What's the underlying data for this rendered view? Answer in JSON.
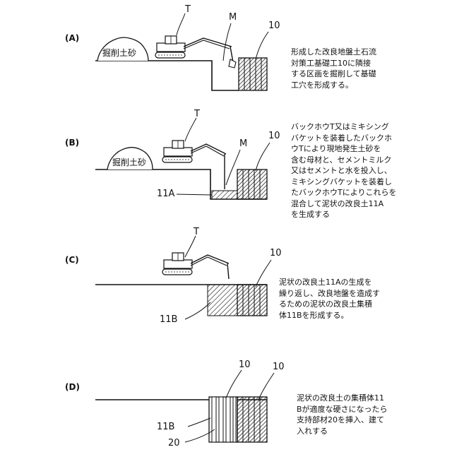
{
  "panels": {
    "a": {
      "label": "(A)",
      "soil": "掘削土砂",
      "tag_t": "T",
      "tag_m": "M",
      "tag_10": "10",
      "text": "形成した改良地盤土石流\n対策工基礎工10に隣接\nする区画を掘削して基礎\n工穴を形成する。"
    },
    "b": {
      "label": "(B)",
      "soil": "掘削土砂",
      "tag_t": "T",
      "tag_m": "M",
      "tag_10": "10",
      "tag_11a": "11A",
      "text": "バックホウT又はミキシング\nバケットを装着したバックホ\nウTにより現地発生土砂を\n含む母材と、セメントミルク\n又はセメントと水を投入し、\nミキシングバケットを装着し\nたバックホウTによりこれらを\n混合して泥状の改良土11A\nを生成する"
    },
    "c": {
      "label": "(C)",
      "tag_t": "T",
      "tag_10": "10",
      "tag_11b": "11B",
      "text": "泥状の改良土11Aの生成を\n繰り返し、改良地盤を造成す\nるための泥状の改良土集積\n体11Bを形成する。"
    },
    "d": {
      "label": "(D)",
      "tag_10_left": "10",
      "tag_10_right": "10",
      "tag_11b": "11B",
      "tag_20": "20",
      "text": "泥状の改良土の集積体11\nBが適度な硬さになったら\n支持部材20を挿入、建て\n入れする"
    }
  }
}
